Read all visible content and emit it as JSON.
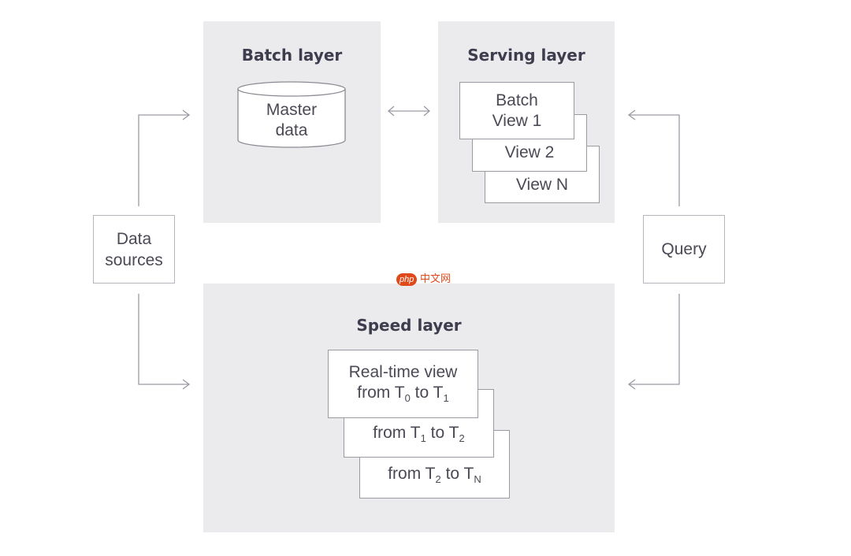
{
  "batch_layer": {
    "title": "Batch layer",
    "master_data_line1": "Master",
    "master_data_line2": "data"
  },
  "serving_layer": {
    "title": "Serving layer",
    "views": [
      {
        "line1": "Batch",
        "line2": "View 1"
      },
      {
        "line1": "View 2"
      },
      {
        "line1": "View N"
      }
    ]
  },
  "speed_layer": {
    "title": "Speed layer",
    "views": [
      {
        "line1": "Real-time view",
        "prefix": "from T",
        "sub_a": "0",
        "mid": " to T",
        "sub_b": "1"
      },
      {
        "prefix": "from T",
        "sub_a": "1",
        "mid": " to T",
        "sub_b": "2"
      },
      {
        "prefix": "from T",
        "sub_a": "2",
        "mid": " to T",
        "sub_b": "N"
      }
    ]
  },
  "data_sources": {
    "line1": "Data",
    "line2": "sources"
  },
  "query": {
    "label": "Query"
  },
  "watermark": {
    "logo": "php",
    "text": "中文网"
  }
}
